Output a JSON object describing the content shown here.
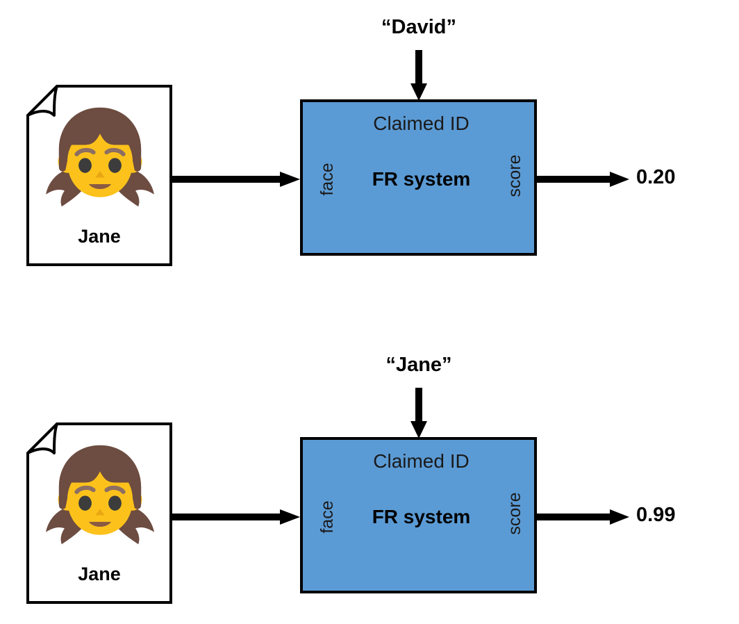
{
  "figure": {
    "type": "verification-pipeline-diagram",
    "accent_color": "#5B9BD5",
    "line_color": "#000000",
    "background": "#ffffff"
  },
  "rows": [
    {
      "id": "impostor-attempt",
      "document": {
        "icon": "girl-emoji",
        "name": "Jane"
      },
      "input_label": "face",
      "claimed_id_arrow_label": "“David”",
      "box": {
        "top_label": "Claimed ID",
        "title": "FR system",
        "output_label": "score"
      },
      "score": "0.20"
    },
    {
      "id": "genuine-attempt",
      "document": {
        "icon": "girl-emoji",
        "name": "Jane"
      },
      "input_label": "face",
      "claimed_id_arrow_label": "“Jane”",
      "box": {
        "top_label": "Claimed ID",
        "title": "FR system",
        "output_label": "score"
      },
      "score": "0.99"
    }
  ]
}
